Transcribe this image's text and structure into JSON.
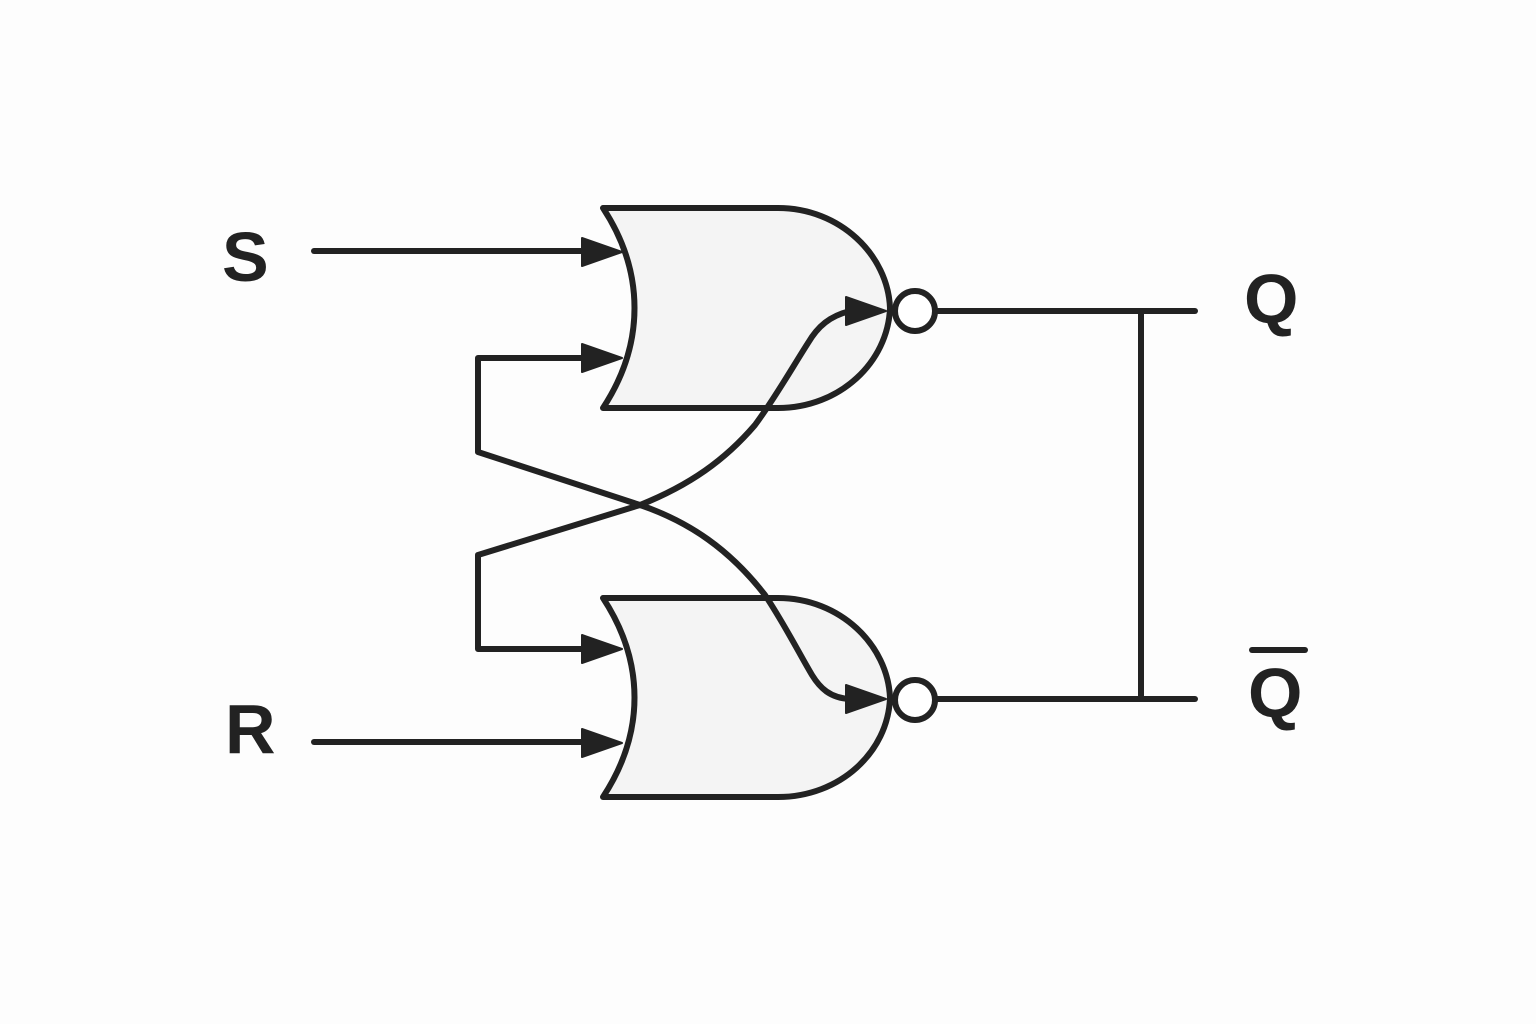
{
  "inputs": {
    "set": "S",
    "reset": "R"
  },
  "outputs": {
    "q": "Q",
    "q_bar": "Q"
  },
  "colors": {
    "stroke": "#222222",
    "gate_fill": "#f4f4f4",
    "background": "#fdfdfd"
  }
}
